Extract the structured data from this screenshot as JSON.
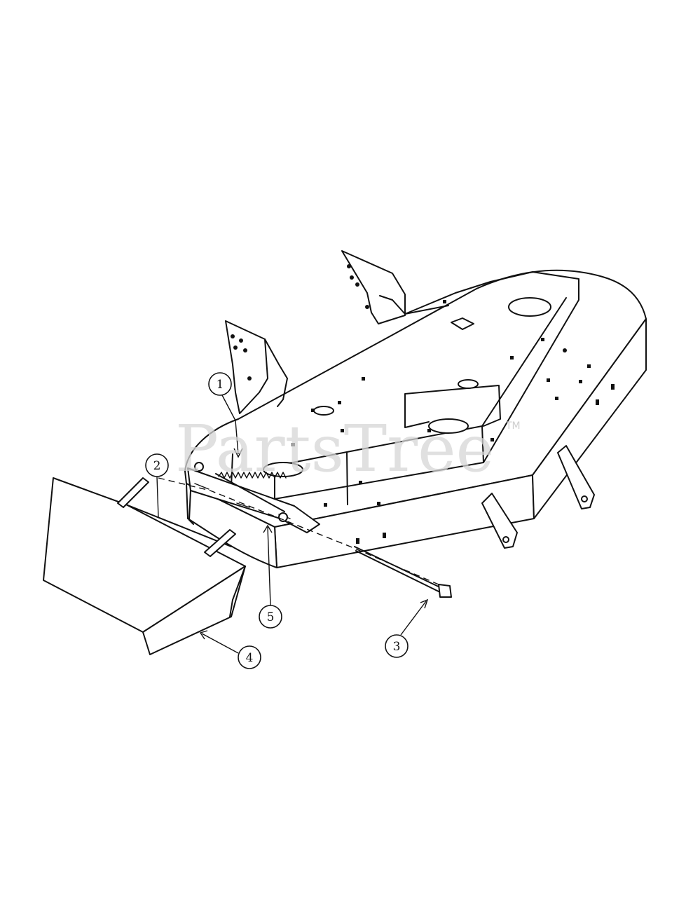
{
  "watermark": {
    "text": "PartsTree",
    "trademark": "TM"
  },
  "callouts": [
    {
      "id": "1",
      "label": "1"
    },
    {
      "id": "2",
      "label": "2"
    },
    {
      "id": "3",
      "label": "3"
    },
    {
      "id": "4",
      "label": "4"
    },
    {
      "id": "5",
      "label": "5"
    }
  ]
}
